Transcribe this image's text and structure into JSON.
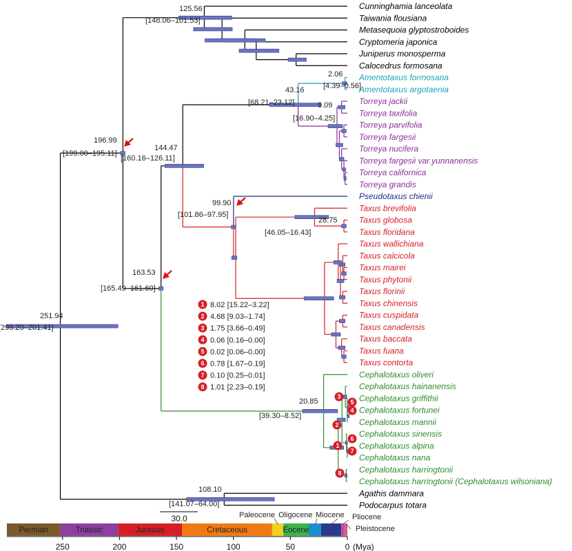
{
  "taxa": [
    {
      "name": "Cunninghamia lanceolata",
      "color": "#000000"
    },
    {
      "name": "Taiwania flousiana",
      "color": "#000000"
    },
    {
      "name": "Metasequoia glyptostroboides",
      "color": "#000000"
    },
    {
      "name": "Cryptomeria japonica",
      "color": "#000000"
    },
    {
      "name": "Juniperus monosperma",
      "color": "#000000"
    },
    {
      "name": "Calocedrus formosana",
      "color": "#000000"
    },
    {
      "name": "Amentotaxus formosana",
      "color": "#1aa3b3"
    },
    {
      "name": "Amentotaxus argotaenia",
      "color": "#1aa3b3"
    },
    {
      "name": "Torreya jackii",
      "color": "#8b2f9a"
    },
    {
      "name": "Torreya taxifolia",
      "color": "#8b2f9a"
    },
    {
      "name": "Torreya parvifolia",
      "color": "#8b2f9a"
    },
    {
      "name": "Torreya fargesii",
      "color": "#8b2f9a"
    },
    {
      "name": "Torreya nucifera",
      "color": "#8b2f9a"
    },
    {
      "name": "Torreya fargesii var.yunnanensis",
      "color": "#8b2f9a"
    },
    {
      "name": "Torreya californica",
      "color": "#8b2f9a"
    },
    {
      "name": "Torreya grandis",
      "color": "#8b2f9a"
    },
    {
      "name": "Pseudotaxus chienii",
      "color": "#1f2a8a"
    },
    {
      "name": "Taxus brevifolia",
      "color": "#d41f26"
    },
    {
      "name": "Taxus globosa",
      "color": "#d41f26"
    },
    {
      "name": "Taxus floridana",
      "color": "#d41f26"
    },
    {
      "name": "Taxus wallichiana",
      "color": "#d41f26"
    },
    {
      "name": "Taxus calcicola",
      "color": "#d41f26"
    },
    {
      "name": "Taxus mairei",
      "color": "#d41f26"
    },
    {
      "name": "Taxus phytonii",
      "color": "#d41f26"
    },
    {
      "name": "Taxus florinii",
      "color": "#d41f26"
    },
    {
      "name": "Taxus chinensis",
      "color": "#d41f26"
    },
    {
      "name": "Taxus cuspidata",
      "color": "#d41f26"
    },
    {
      "name": "Taxus canadensis",
      "color": "#d41f26"
    },
    {
      "name": "Taxus baccata",
      "color": "#d41f26"
    },
    {
      "name": "Taxus fuana",
      "color": "#d41f26"
    },
    {
      "name": "Taxus contorta",
      "color": "#d41f26"
    },
    {
      "name": "Cephalotaxus oliveri",
      "color": "#2e8b2e"
    },
    {
      "name": "Cephalotaxus hainanensis",
      "color": "#2e8b2e"
    },
    {
      "name": "Cephalotaxus griffithii",
      "color": "#2e8b2e"
    },
    {
      "name": "Cephalotaxus fortunei",
      "color": "#2e8b2e"
    },
    {
      "name": "Cephalotaxus mannii",
      "color": "#2e8b2e"
    },
    {
      "name": "Cephalotaxus sinensis",
      "color": "#2e8b2e"
    },
    {
      "name": "Cephalotaxus alpina",
      "color": "#2e8b2e"
    },
    {
      "name": "Cephalotaxus nana",
      "color": "#2e8b2e"
    },
    {
      "name": "Cephalotaxus harringtonii",
      "color": "#2e8b2e"
    },
    {
      "name": "Cephalotaxus harringtonii (Cephalotaxus wilsoniana)",
      "color": "#2e8b2e"
    },
    {
      "name": "Agathis dammara",
      "color": "#000000"
    },
    {
      "name": "Podocarpus totara",
      "color": "#000000"
    }
  ],
  "node_labels": [
    {
      "age": "251.94",
      "hpd": "[299.20–201.41]"
    },
    {
      "age": "196.99",
      "hpd": "[199.00–195.11]"
    },
    {
      "age": "125.56",
      "hpd": "[148.06–101.53]"
    },
    {
      "age": "163.53",
      "hpd": "[165.49–161.60]"
    },
    {
      "age": "144.47",
      "hpd": "[160.16–126.11]"
    },
    {
      "age": "43.16",
      "hpd": "[68.21–23.12]"
    },
    {
      "age": "2.06",
      "hpd": "[4.39–0.56]"
    },
    {
      "age": "9.09",
      "hpd": "[16.90–4.25]"
    },
    {
      "age": "99.90",
      "hpd": "[101.86–97.95]"
    },
    {
      "age": "28.75",
      "hpd": "[46.05–16.43]"
    },
    {
      "age": "20.85",
      "hpd": "[39.30–8.52]"
    },
    {
      "age": "108.10",
      "hpd": "[141.07–64.00]"
    }
  ],
  "legend": [
    {
      "num": "1",
      "text": "8.02 [15.22–3.22]"
    },
    {
      "num": "2",
      "text": "4.68 [9.03–1.74]"
    },
    {
      "num": "3",
      "text": "1.75 [3.66–0.49]"
    },
    {
      "num": "4",
      "text": "0.06 [0.16–0.00]"
    },
    {
      "num": "5",
      "text": "0.02 [0.06–0.00]"
    },
    {
      "num": "6",
      "text": "0.78 [1.67–0.19]"
    },
    {
      "num": "7",
      "text": "0.10 [0.25–0.01]"
    },
    {
      "num": "8",
      "text": "1.01 [2.23–0.19]"
    }
  ],
  "scale_bar": "30.0",
  "periods": [
    {
      "name": "Permian",
      "start": 298.9,
      "end": 251.9,
      "color": "#7a5a2a"
    },
    {
      "name": "Triassic",
      "start": 251.9,
      "end": 201.3,
      "color": "#8e3fa0"
    },
    {
      "name": "Jurassic",
      "start": 201.3,
      "end": 145.0,
      "color": "#d41f26"
    },
    {
      "name": "Cretaceous",
      "start": 145.0,
      "end": 66.0,
      "color": "#ef7a14"
    },
    {
      "name": "",
      "start": 66.0,
      "end": 56.0,
      "color": "#f2d01e"
    },
    {
      "name": "Eocene",
      "start": 56.0,
      "end": 33.9,
      "color": "#39b54a"
    },
    {
      "name": "",
      "start": 33.9,
      "end": 23.0,
      "color": "#1a8fd0"
    },
    {
      "name": "",
      "start": 23.0,
      "end": 5.3,
      "color": "#2a3a8c"
    },
    {
      "name": "",
      "start": 5.3,
      "end": 2.6,
      "color": "#c04ba0"
    },
    {
      "name": "",
      "start": 2.6,
      "end": 0.0,
      "color": "#e05a8a"
    }
  ],
  "epoch_callouts": [
    "Paleocene",
    "Oligocene",
    "Miocene",
    "Pliocene",
    "Pleistocene"
  ],
  "axis_ticks": [
    "250",
    "200",
    "150",
    "100",
    "50",
    "0"
  ],
  "axis_unit": "(Mya)",
  "colors": {
    "hpd_bar": "#6a74c4",
    "arrow": "#e01010",
    "marker": "#d41f26"
  }
}
